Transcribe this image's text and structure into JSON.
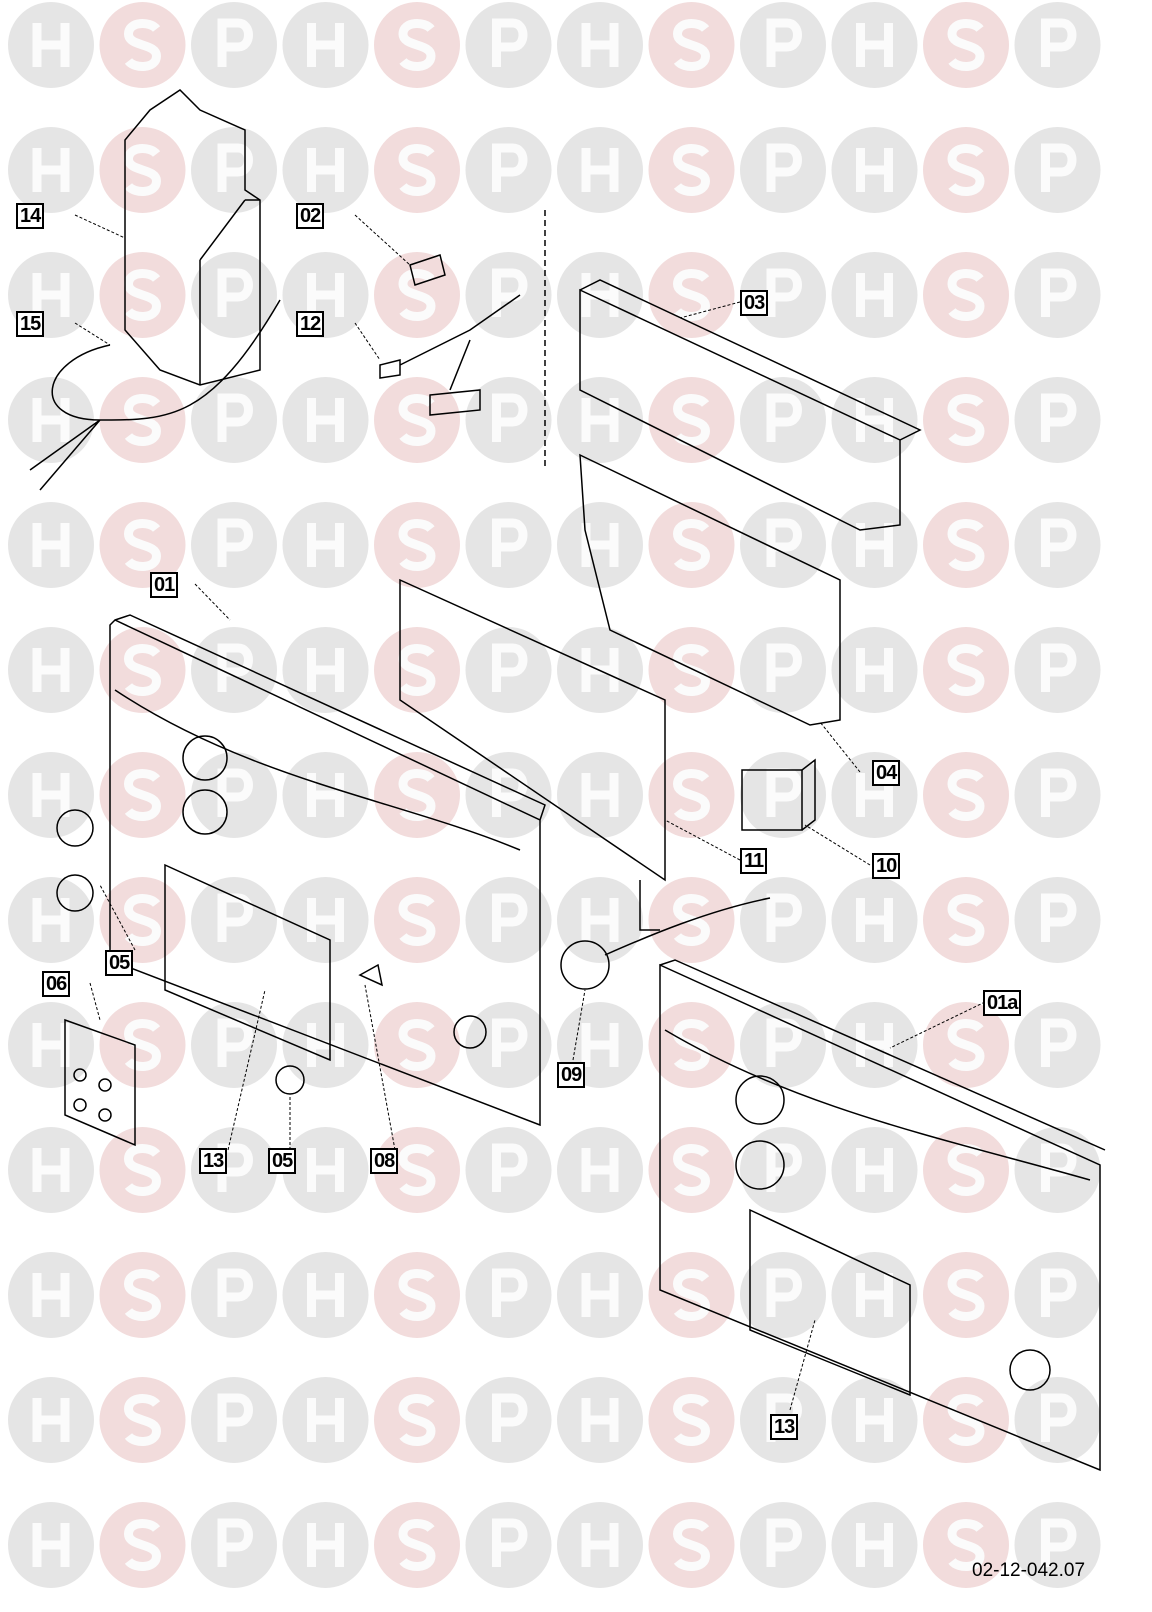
{
  "watermark": {
    "letters": [
      "H",
      "S",
      "P"
    ],
    "colors": {
      "H": "#e5e5e5",
      "S": "#f2dcdc",
      "P": "#e5e5e5"
    }
  },
  "labels": [
    "14",
    "02",
    "15",
    "12",
    "03",
    "01",
    "04",
    "11",
    "10",
    "05",
    "06",
    "01a",
    "09",
    "13",
    "05",
    "08",
    "13"
  ],
  "drawing_code": "02-12-042.07"
}
